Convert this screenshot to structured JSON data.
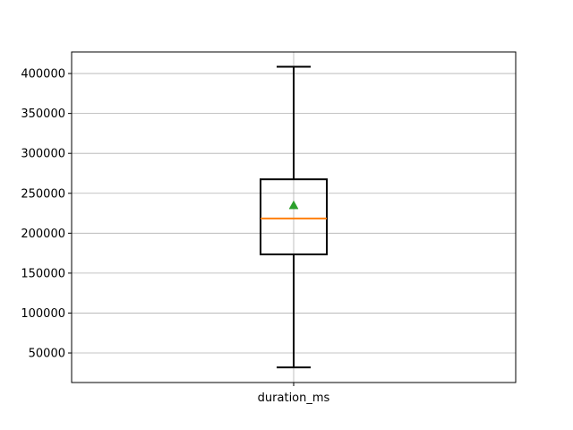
{
  "chart_data": {
    "type": "box",
    "categories": [
      "duration_ms"
    ],
    "series": [
      {
        "whisker_low": 32000,
        "q1": 173500,
        "median": 218500,
        "mean": 235000,
        "q3": 267500,
        "whisker_high": 408500
      }
    ],
    "title": "",
    "xlabel": "",
    "ylabel": "",
    "ylim": [
      13000,
      427000
    ],
    "yticks": [
      50000,
      100000,
      150000,
      200000,
      250000,
      300000,
      350000,
      400000
    ],
    "ytick_labels": [
      "50000",
      "100000",
      "150000",
      "200000",
      "250000",
      "300000",
      "350000",
      "400000"
    ],
    "grid": true,
    "show_means": true,
    "colors": {
      "box": "#000000",
      "median": "#ff7f0e",
      "mean": "#2ca02c",
      "grid": "#b0b0b0",
      "axes": "#000000"
    }
  }
}
